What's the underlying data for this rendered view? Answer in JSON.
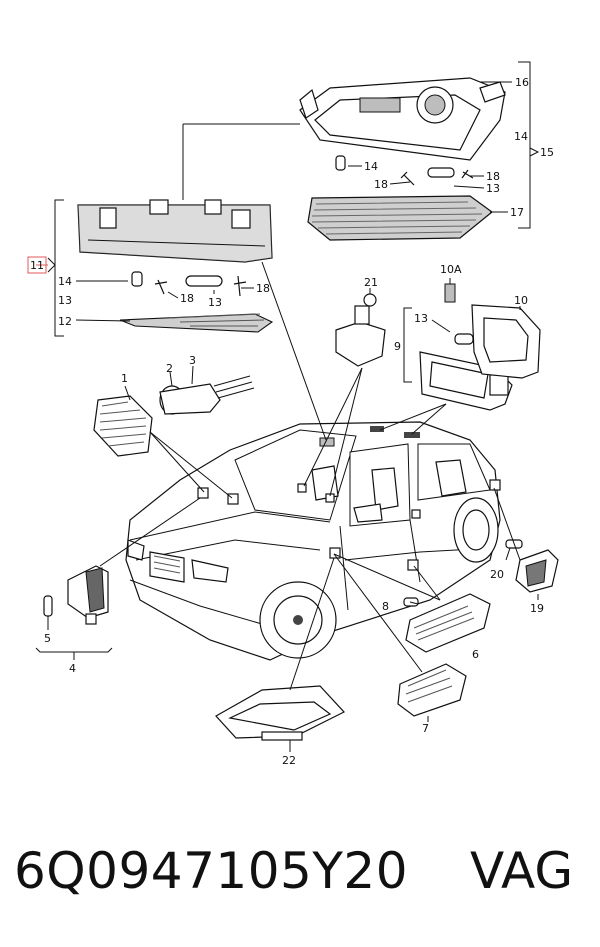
{
  "diagram": {
    "callouts": {
      "c1": "1",
      "c2": "2",
      "c3": "3",
      "c4": "4",
      "c5": "5",
      "c6": "6",
      "c7": "7",
      "c8": "8",
      "c9": "9",
      "c10": "10",
      "c10a": "10A",
      "c11": "11",
      "c12": "12",
      "c13a": "13",
      "c13b": "13",
      "c13c": "13",
      "c13d": "13",
      "c14a": "14",
      "c14b": "14",
      "c14c": "14",
      "c15": "15",
      "c16": "16",
      "c17": "17",
      "c18a": "18",
      "c18b": "18",
      "c18c": "18",
      "c18d": "18",
      "c19": "19",
      "c20": "20",
      "c21": "21",
      "c22": "22"
    },
    "highlight_color": "#e05a5a"
  },
  "footer": {
    "part_number": "6Q0947105Y20",
    "brand": "VAG"
  }
}
